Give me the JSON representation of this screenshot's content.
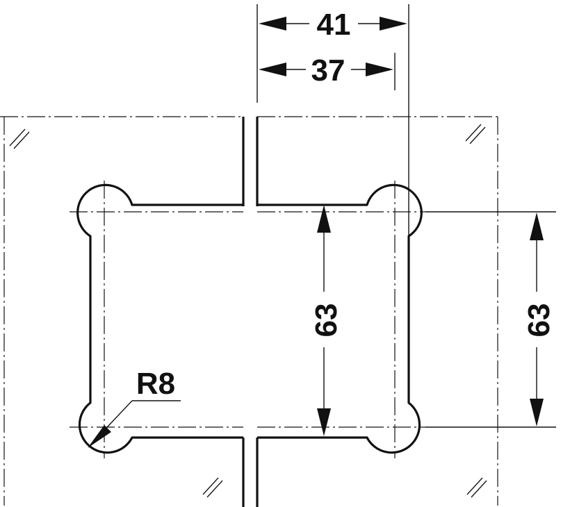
{
  "dimensions": {
    "outer_width": "41",
    "inner_width": "37",
    "hole_spacing_left": "63",
    "hole_spacing_right": "63",
    "radius": "R8"
  },
  "glass_marks": [
    "//",
    "//",
    "//",
    "//"
  ]
}
